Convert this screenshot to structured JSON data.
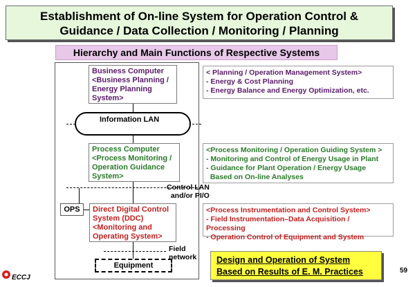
{
  "title": {
    "line1": "Establishment of On-line System for Operation Control &",
    "line2": "Guidance / Data Collection / Monitoring / Planning"
  },
  "subtitle": "Hierarchy and Main Functions of Respective Systems",
  "nodes": {
    "business": {
      "name": "Business Computer",
      "line2": "<Business Planning /",
      "line3": "Energy Planning",
      "line4": "System>"
    },
    "info_lan": "Information LAN",
    "process": {
      "name": "Process Computer",
      "line2": "<Process Monitoring /",
      "line3": "Operation Guidance",
      "line4": "System>"
    },
    "control_lan": {
      "line1": "Control LAN",
      "line2": "and/or PI/O"
    },
    "ops": "OPS",
    "ddc": {
      "name": "Direct Digital Control",
      "line2": "System (DDC)",
      "line3": "<Monitoring and",
      "line4": "Operating System>"
    },
    "field_network": {
      "line1": "Field",
      "line2": "network"
    },
    "equipment": "Equipment"
  },
  "functions": {
    "planning": {
      "header": "< Planning / Operation Management System>",
      "items": [
        "- Energy & Cost Planning",
        "- Energy Balance and Energy Optimization, etc."
      ]
    },
    "monitoring": {
      "header": "<Process Monitoring / Operation Guiding System >",
      "items": [
        "- Monitoring and Control of Energy Usage in Plant",
        "- Guidance for Plant Operation / Energy Usage",
        "  Based on On-line Analyses"
      ]
    },
    "instrumentation": {
      "header": "<Process Instrumentation and Control System>",
      "items": [
        "- Field Instrumentation–Data Acquisition / Processing",
        "- Operation Control of Equipment and System"
      ]
    }
  },
  "design_box": {
    "line1": "Design and Operation of System",
    "line2": "Based on Results of E. M. Practices"
  },
  "page_number": "59",
  "org": "ECCJ",
  "colors": {
    "title_bg": "#e6f7dc",
    "subtitle_bg": "#e8c8e8",
    "design_bg": "#ffff40",
    "purple": "#5a1a6a",
    "green": "#2a7a2a",
    "red": "#c02020"
  }
}
